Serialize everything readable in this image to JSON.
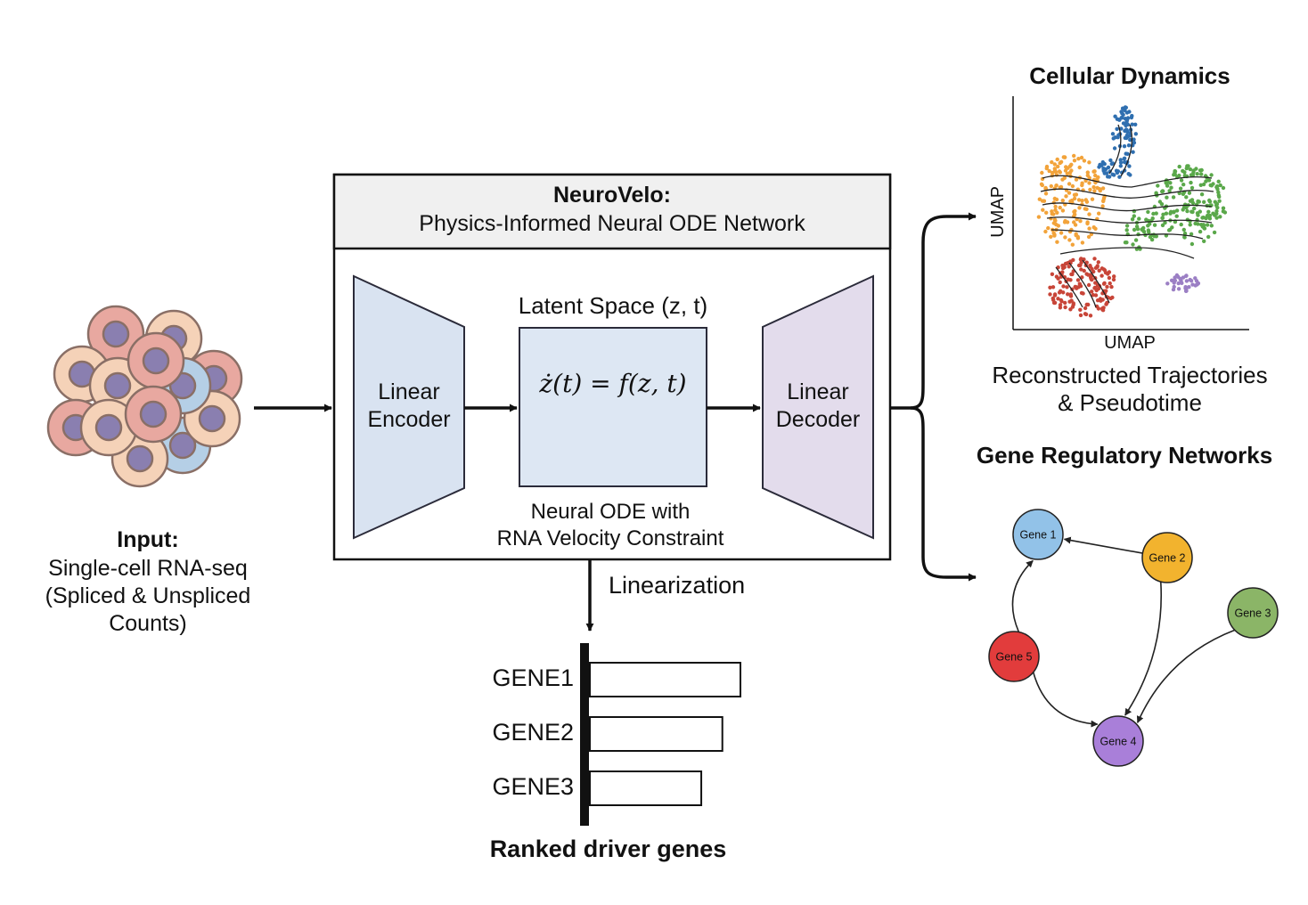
{
  "input": {
    "title": "Input:",
    "line1": "Single-cell RNA-seq",
    "line2": "(Spliced & Unspliced",
    "line3": "Counts)"
  },
  "model": {
    "title": "NeuroVelo:",
    "subtitle": "Physics-Informed Neural ODE Network",
    "encoder_line1": "Linear",
    "encoder_line2": "Encoder",
    "decoder_line1": "Linear",
    "decoder_line2": "Decoder",
    "latent_label": "Latent Space (z, t)",
    "equation": "ż(t) = f(z, t)",
    "caption_line1": "Neural ODE with",
    "caption_line2": "RNA Velocity Constraint"
  },
  "linearization_label": "Linearization",
  "ranking": {
    "title": "Ranked driver genes",
    "genes": [
      {
        "name": "GENE1",
        "score": 1.0
      },
      {
        "name": "GENE2",
        "score": 0.88
      },
      {
        "name": "GENE3",
        "score": 0.74
      }
    ]
  },
  "dynamics": {
    "title": "Cellular Dynamics",
    "xlabel": "UMAP",
    "ylabel": "UMAP",
    "caption_line1": "Reconstructed Trajectories",
    "caption_line2": "& Pseudotime",
    "cluster_colors": {
      "orange": "#f2a33a",
      "blue": "#2f6fb0",
      "green": "#5aa84a",
      "red": "#c84538",
      "purple": "#9b7fc4"
    }
  },
  "grn": {
    "title": "Gene Regulatory Networks",
    "nodes": [
      {
        "id": "g1",
        "label": "Gene 1",
        "color": "#92c2e8"
      },
      {
        "id": "g2",
        "label": "Gene 2",
        "color": "#f2b32e"
      },
      {
        "id": "g3",
        "label": "Gene 3",
        "color": "#8bb567"
      },
      {
        "id": "g4",
        "label": "Gene 4",
        "color": "#a97fd9"
      },
      {
        "id": "g5",
        "label": "Gene 5",
        "color": "#e23c3c"
      }
    ],
    "edges": [
      {
        "from": "g2",
        "to": "g1"
      },
      {
        "from": "g2",
        "to": "g4"
      },
      {
        "from": "g3",
        "to": "g4"
      },
      {
        "from": "g5",
        "to": "g1"
      },
      {
        "from": "g5",
        "to": "g4"
      }
    ]
  }
}
